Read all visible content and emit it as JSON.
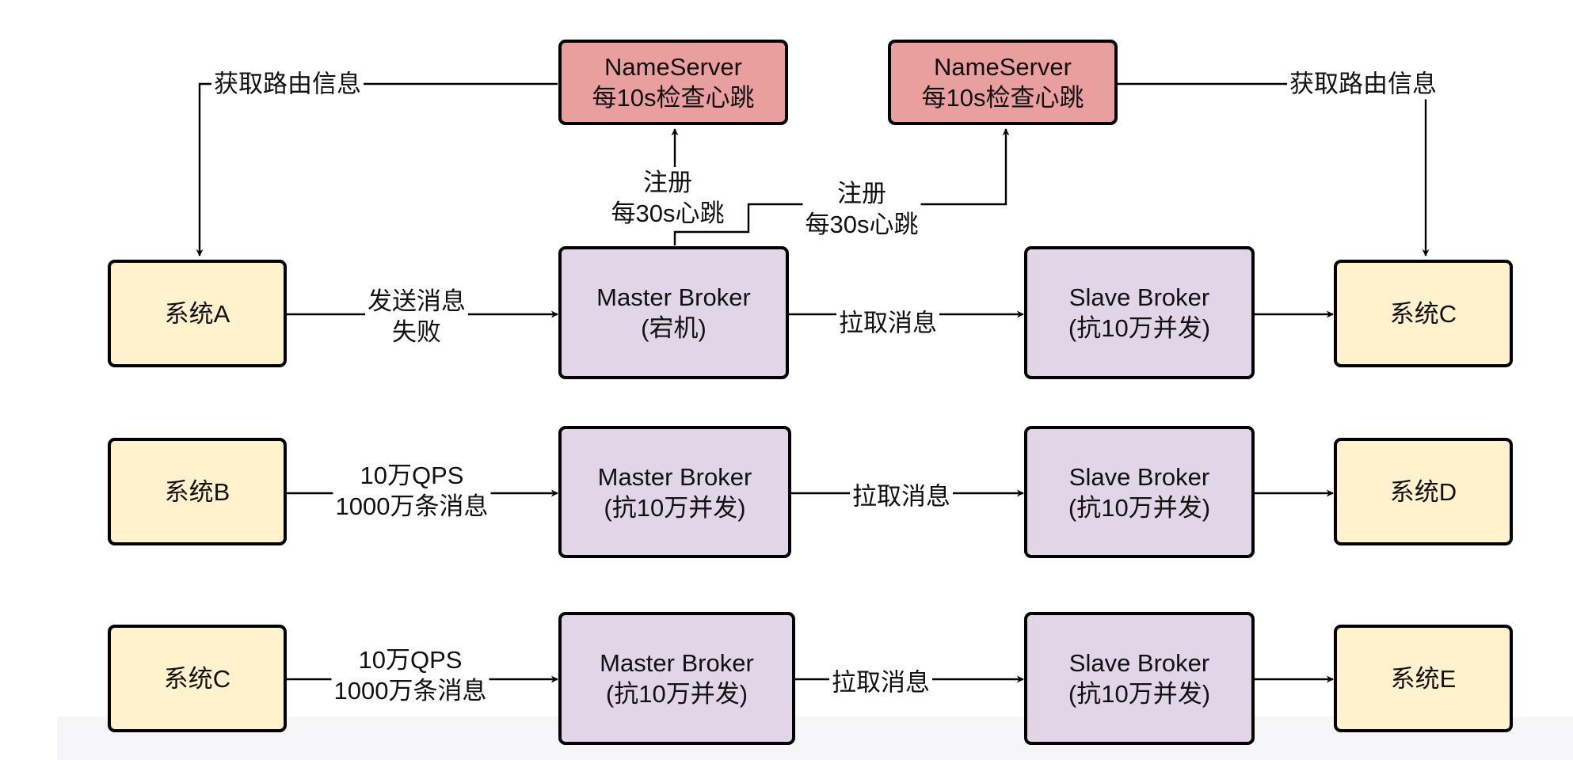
{
  "nameservers": [
    {
      "line1": "NameServer",
      "line2": "每10s检查心跳"
    },
    {
      "line1": "NameServer",
      "line2": "每10s检查心跳"
    }
  ],
  "rows": [
    {
      "producer": "系统A",
      "send_label": [
        "发送消息",
        "失败"
      ],
      "master": {
        "line1": "Master Broker",
        "line2": "(宕机)"
      },
      "pull_label": "拉取消息",
      "slave": {
        "line1": "Slave Broker",
        "line2": "(抗10万并发)"
      },
      "consumer": "系统C"
    },
    {
      "producer": "系统B",
      "send_label": [
        "10万QPS",
        "1000万条消息"
      ],
      "master": {
        "line1": "Master Broker",
        "line2": "(抗10万并发)"
      },
      "pull_label": "拉取消息",
      "slave": {
        "line1": "Slave Broker",
        "line2": "(抗10万并发)"
      },
      "consumer": "系统D"
    },
    {
      "producer": "系统C",
      "send_label": [
        "10万QPS",
        "1000万条消息"
      ],
      "master": {
        "line1": "Master Broker",
        "line2": "(抗10万并发)"
      },
      "pull_label": "拉取消息",
      "slave": {
        "line1": "Slave Broker",
        "line2": "(抗10万并发)"
      },
      "consumer": "系统E"
    }
  ],
  "route_labels": [
    "获取路由信息",
    "获取路由信息"
  ],
  "register_labels": [
    [
      "注册",
      "每30s心跳"
    ],
    [
      "注册",
      "每30s心跳"
    ]
  ]
}
